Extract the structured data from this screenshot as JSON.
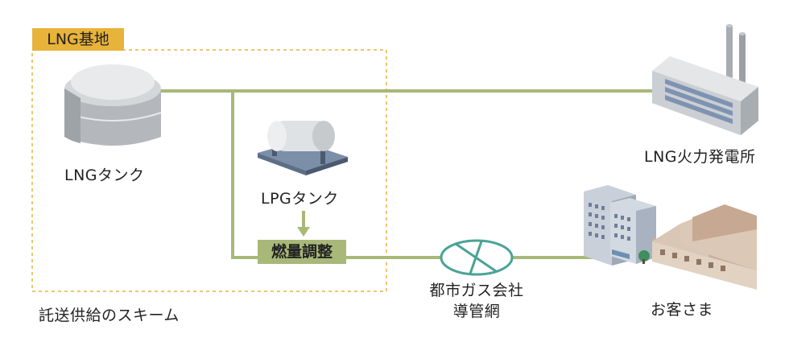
{
  "scheme": {
    "tag": "LNG基地",
    "caption": "託送供給のスキーム"
  },
  "nodes": {
    "lng_tank": "LNGタンク",
    "lpg_tank": "LPGタンク",
    "calorie_adjust": "燃量調整",
    "power_plant": "LNG火力発電所",
    "pipeline": "都市ガス会社\n導管網",
    "customer": "お客さま"
  },
  "colors": {
    "pipe": "#a8b878",
    "tag": "#e8b33a",
    "dash": "#e8b33a",
    "pipe_network": "#4aa396"
  }
}
